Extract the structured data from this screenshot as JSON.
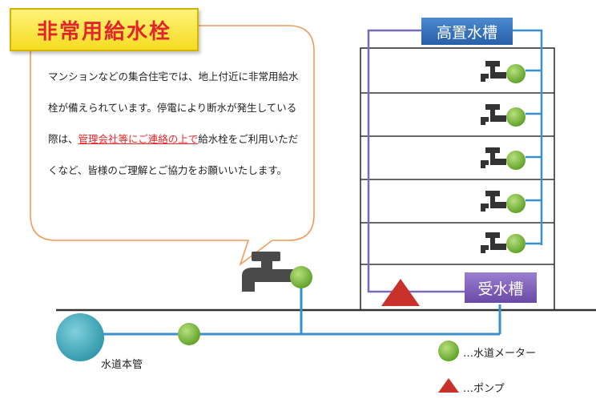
{
  "title": "非常用給水栓",
  "notice": {
    "part1": "マンションなどの集合住宅では、地上付近に非常用給水栓が備えられています。停電により断水が発生している際は、",
    "highlight": "管理会社等にご連絡の上で",
    "part2": "給水栓をご利用いただくなど、皆様のご理解とご協力をお願いいたします。"
  },
  "labels": {
    "high_tank": "高置水槽",
    "receiving_tank": "受水槽",
    "main_pipe": "水道本管"
  },
  "legend": {
    "meter": "…水道メーター",
    "pump": "…ポンプ"
  },
  "colors": {
    "title_text": "#e0262a",
    "highlight": "#e8262a",
    "pipe": "#3a8fd0",
    "riser": "#7a6ab8",
    "meter": "#6fb234",
    "pump": "#c8302a",
    "tank_blue": "#2f6eb8",
    "tank_purple": "#7b5cb5",
    "main_pipe": "#3aa7b8",
    "bubble_border": "#f29a5a"
  }
}
